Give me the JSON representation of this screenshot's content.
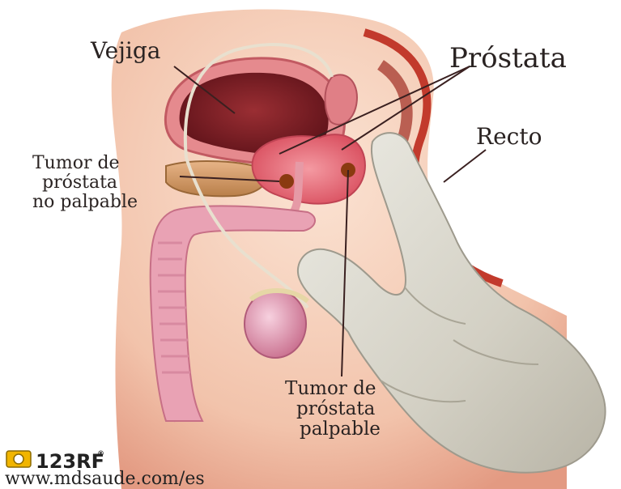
{
  "labels": {
    "bladder": "Vejiga",
    "prostate": "Próstata",
    "rectum": "Recto",
    "tumor_nonpalpable": [
      "Tumor de",
      "próstata",
      "no palpable"
    ],
    "tumor_palpable": [
      "Tumor de",
      "próstata",
      "palpable"
    ]
  },
  "footer": {
    "logo_text": "123RF",
    "logo_mark": "®",
    "url": "www.mdsaude.com/es"
  },
  "colors": {
    "skin": "#f3c9b2",
    "pelvis_dark": "#a83a2c",
    "bladder": "#7a1e24",
    "prostate": "#e56b78",
    "glove": "#d9d6cc",
    "tumor": "#8a3a10",
    "leader_line": "#3a2020"
  }
}
